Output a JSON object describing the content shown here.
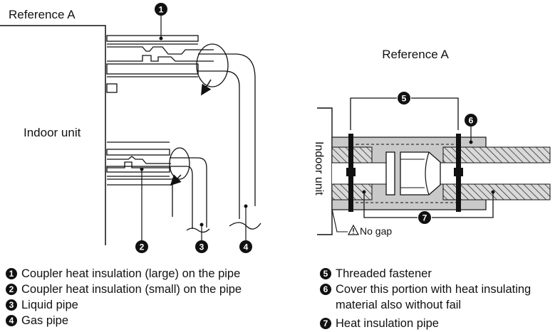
{
  "left_diagram": {
    "reference_label": "Reference A",
    "indoor_unit_label": "Indoor unit",
    "markers": [
      "1",
      "2",
      "3",
      "4"
    ]
  },
  "right_diagram": {
    "title": "Reference A",
    "indoor_unit_label": "Indoor unit",
    "no_gap_label": "No gap",
    "markers": [
      "5",
      "6",
      "7"
    ]
  },
  "legend_left": [
    {
      "num": "1",
      "text": "Coupler heat insulation (large) on the pipe"
    },
    {
      "num": "2",
      "text": "Coupler heat insulation (small) on the pipe"
    },
    {
      "num": "3",
      "text": "Liquid pipe"
    },
    {
      "num": "4",
      "text": "Gas pipe"
    }
  ],
  "legend_right": [
    {
      "num": "5",
      "text": "Threaded fastener"
    },
    {
      "num": "6",
      "text": "Cover this portion with heat insulating",
      "text2": "material also without fail"
    },
    {
      "num": "7",
      "text": "Heat insulation pipe"
    }
  ]
}
